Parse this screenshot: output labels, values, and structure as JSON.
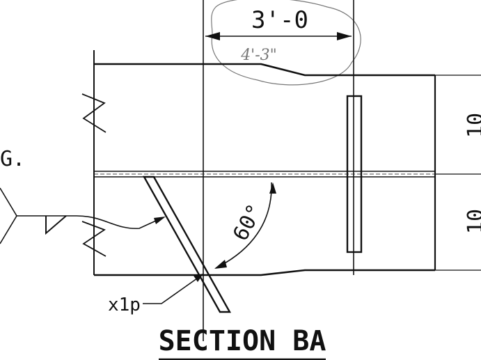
{
  "drawing": {
    "title": "SECTION BA",
    "dimension_original": "3'-0",
    "dimension_handwritten": "4'-3\"",
    "angle_label": "60°",
    "part_callout": "x1p",
    "weld_fragment": "G.",
    "plate_thickness_top": "10",
    "plate_thickness_bottom": "10"
  },
  "colors": {
    "ink": "#111111",
    "pencil": "#777777",
    "background": "#ffffff"
  }
}
